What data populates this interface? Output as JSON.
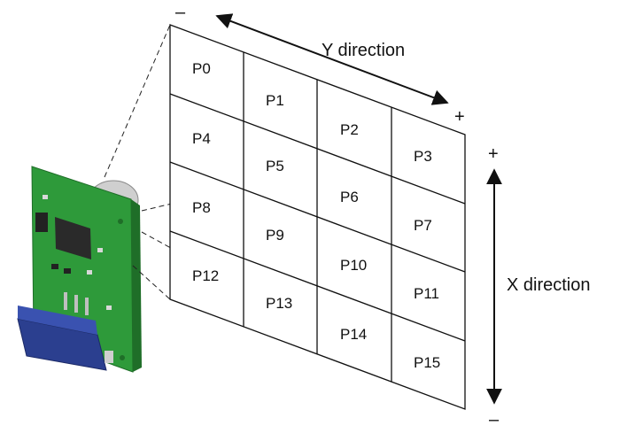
{
  "diagram": {
    "y_direction_label": "Y direction",
    "x_direction_label": "X direction",
    "y_minus_sign": "–",
    "y_plus_sign": "+",
    "x_plus_sign": "+",
    "x_minus_sign": "–",
    "cells": [
      "P0",
      "P1",
      "P2",
      "P3",
      "P4",
      "P5",
      "P6",
      "P7",
      "P8",
      "P9",
      "P10",
      "P11",
      "P12",
      "P13",
      "P14",
      "P15"
    ],
    "colors": {
      "pcb_green": "#2e9a3a",
      "pcb_dark": "#1f6e28",
      "connector_blue": "#2b3f8f",
      "chip": "#2a2a2a",
      "sensor_lens": "#c8c8c8"
    }
  }
}
